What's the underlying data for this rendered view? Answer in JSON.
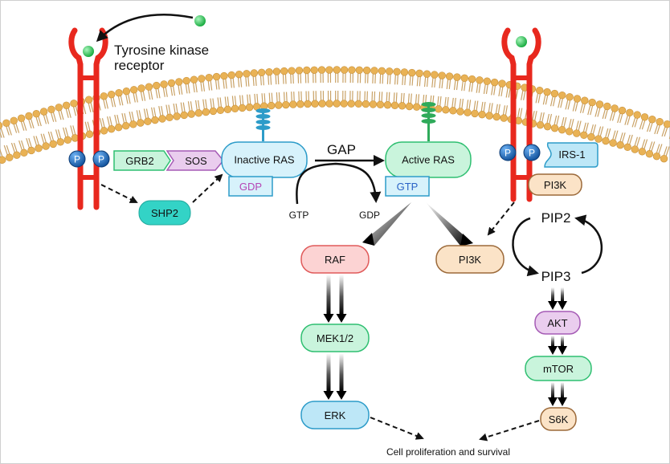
{
  "receptor": {
    "label_line1": "Tyrosine kinase",
    "label_line2": "receptor"
  },
  "phospho": "P",
  "nodes": {
    "grb2": "GRB2",
    "sos": "SOS",
    "inactive_ras": "Inactive RAS",
    "gdp_box": "GDP",
    "active_ras": "Active RAS",
    "gtp_box": "GTP",
    "irs1": "IRS-1",
    "pi3k_membrane": "PI3K",
    "shp2": "SHP2",
    "raf": "RAF",
    "pi3k": "PI3K",
    "pip2": "PIP2",
    "pip3": "PIP3",
    "mek": "MEK1/2",
    "akt": "AKT",
    "mtor": "mTOR",
    "erk": "ERK",
    "s6k": "S6K"
  },
  "gap_cycle": {
    "gap": "GAP",
    "gtp": "GTP",
    "gdp": "GDP"
  },
  "outcome": "Cell proliferation and survival",
  "colors": {
    "membrane_head": "#E9B255",
    "membrane_tail": "#C9A266",
    "receptor": "#E8281E",
    "ligand": "#1FC24A",
    "phospho_fill": "#1F6FC2",
    "green_node_fill": "#C9F4DC",
    "green_node_stroke": "#2FBF71",
    "raf_fill": "#FCD3D3",
    "raf_stroke": "#E05A5A",
    "pi3k_fill": "#FBE3C7",
    "pi3k_stroke": "#9C6A3A",
    "akt_fill": "#EACDEE",
    "akt_stroke": "#A55BB5",
    "erk_fill": "#BDE7F7",
    "erk_stroke": "#2D9CC9",
    "shp2_fill": "#33D3C6",
    "gdp_text": "#B545B5",
    "gtp_text": "#2B63C7"
  }
}
